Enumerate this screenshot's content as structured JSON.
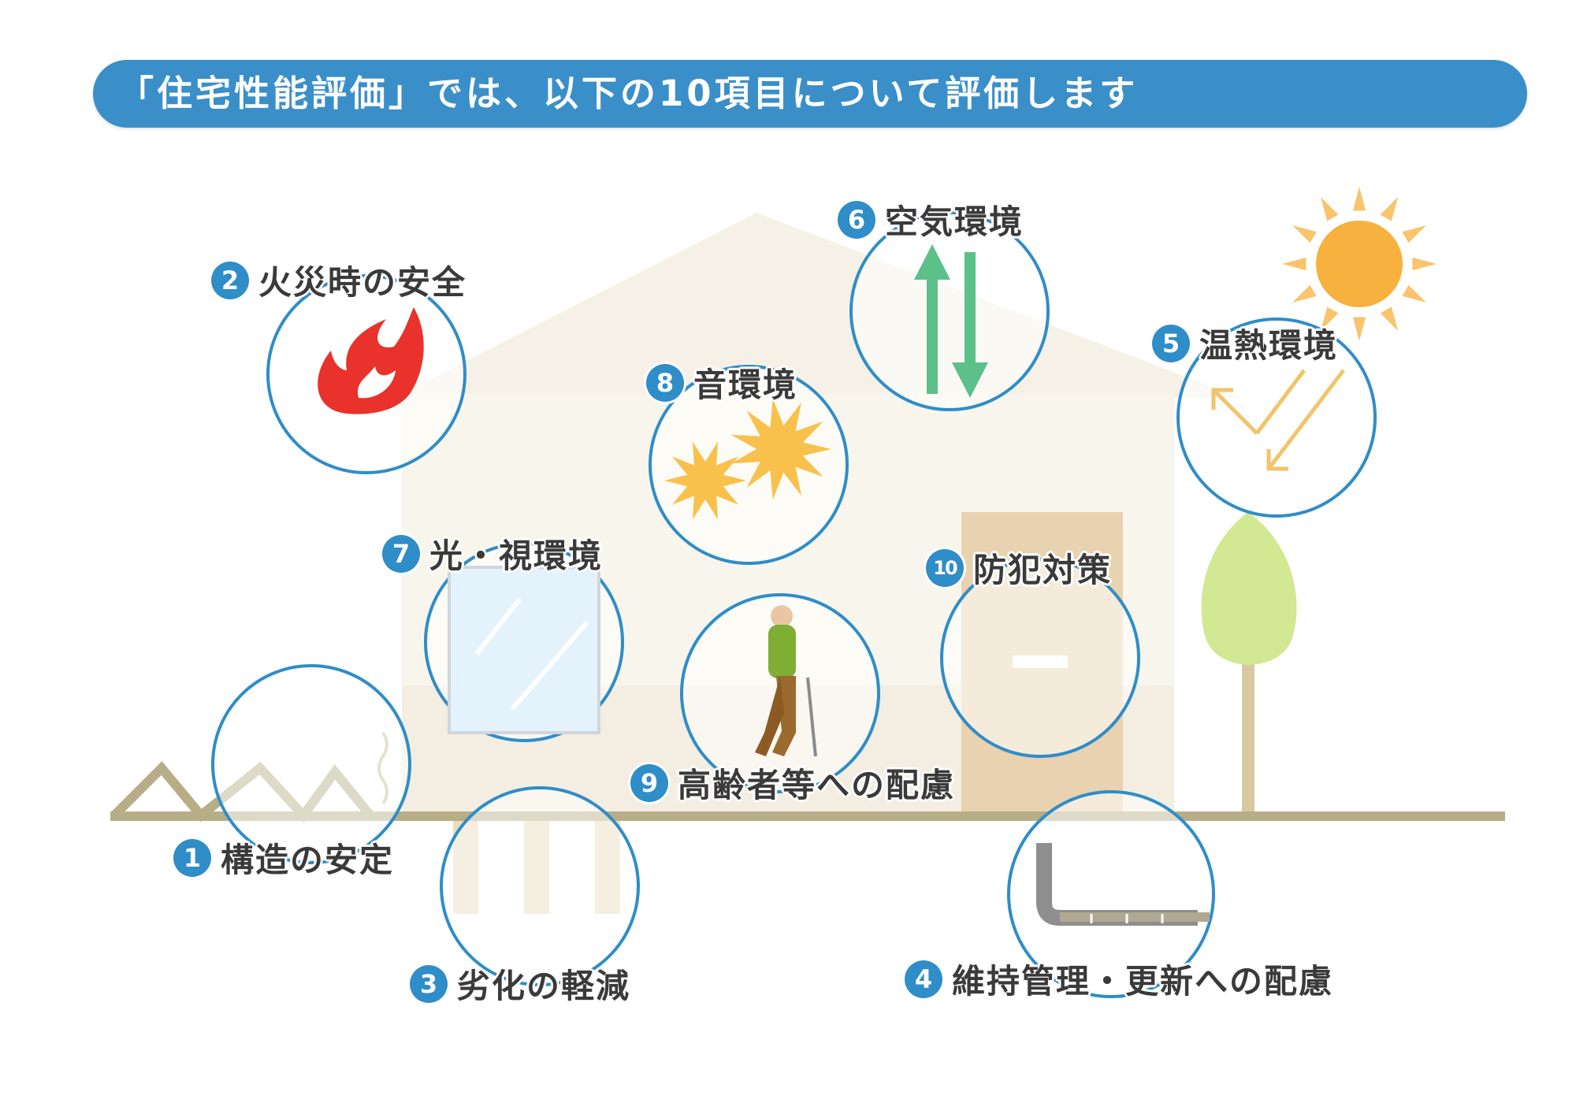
{
  "header": {
    "title": "「住宅性能評価」では、以下の10項目について評価します"
  },
  "items": [
    {
      "number": "1",
      "label": "構造の安定"
    },
    {
      "number": "2",
      "label": "火災時の安全"
    },
    {
      "number": "3",
      "label": "劣化の軽減"
    },
    {
      "number": "4",
      "label": "維持管理・更新への配慮"
    },
    {
      "number": "5",
      "label": "温熱環境"
    },
    {
      "number": "6",
      "label": "空気環境"
    },
    {
      "number": "7",
      "label": "光・視環境"
    },
    {
      "number": "8",
      "label": "音環境"
    },
    {
      "number": "9",
      "label": "高齢者等への配慮"
    },
    {
      "number": "10",
      "label": "防犯対策"
    }
  ],
  "colors": {
    "banner": "#3a8fc9",
    "circle_stroke": "#2f8dc8",
    "house": "#f4efe2",
    "ground": "#b7ad86",
    "flame": "#e8322b",
    "sun": "#f6b34a",
    "arrow_air": "#5cc08a",
    "tree": "#cfe58c"
  }
}
